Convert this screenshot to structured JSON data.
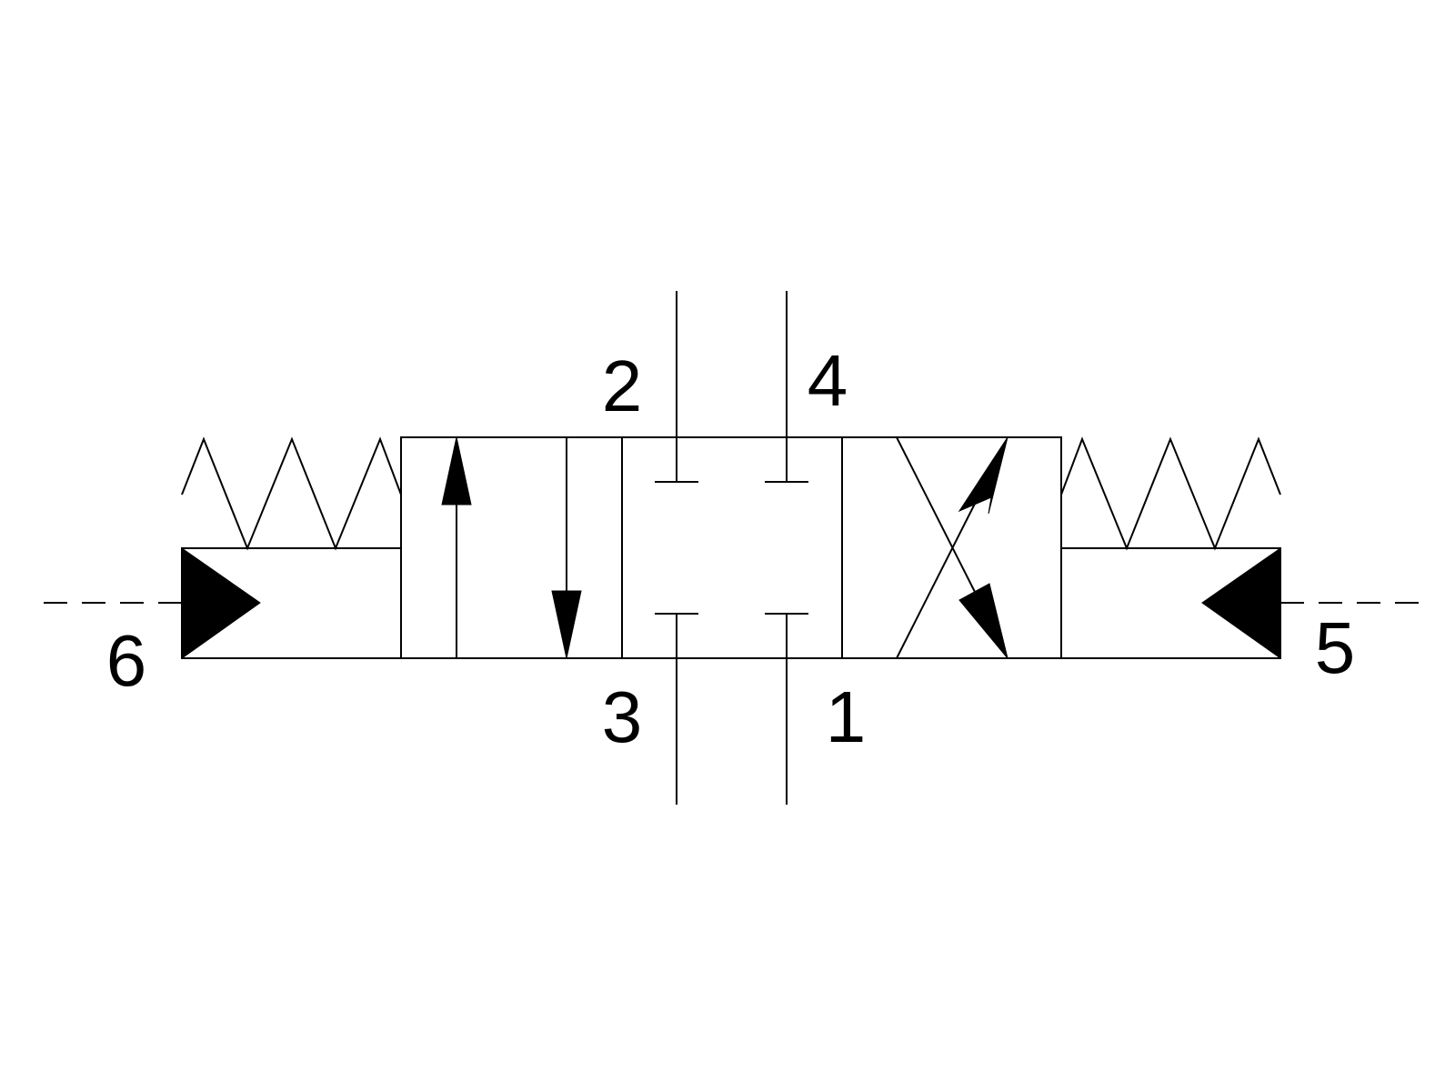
{
  "colors": {
    "line": "#000000",
    "background": "#ffffff"
  },
  "ports": {
    "p1": "1",
    "p2": "2",
    "p3": "3",
    "p4": "4",
    "p5": "5",
    "p6": "6"
  },
  "icons": {
    "left_actuator": "pilot-triangle-icon",
    "right_actuator": "pilot-triangle-icon",
    "left_spring": "spring-icon",
    "right_spring": "spring-icon"
  }
}
